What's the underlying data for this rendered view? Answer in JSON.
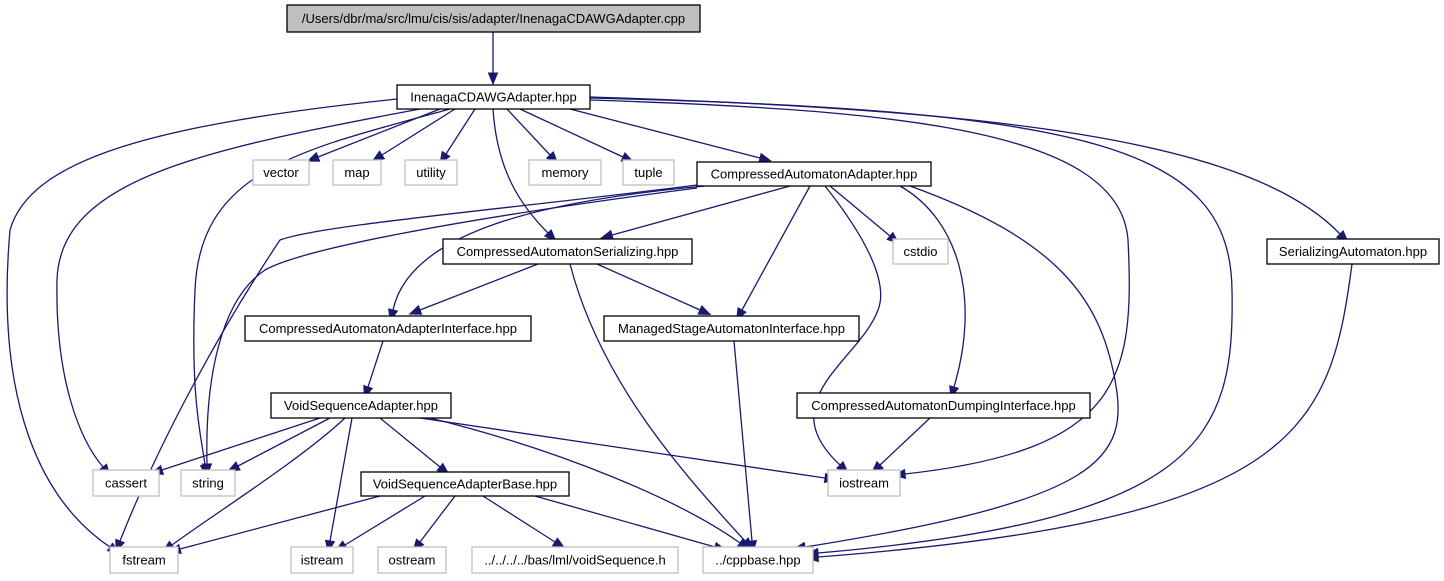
{
  "colors": {
    "edge": "#191970",
    "root_fill": "#bfbfbf",
    "documented_border": "#000000",
    "external_border": "#bfbfbf",
    "background": "#ffffff"
  },
  "nodes": {
    "root": {
      "label": "/Users/dbr/ma/src/lmu/cis/sis/adapter/InenagaCDAWGAdapter.cpp",
      "kind": "root"
    },
    "inenaga_hpp": {
      "label": "InenagaCDAWGAdapter.hpp",
      "kind": "documented"
    },
    "vector": {
      "label": "vector",
      "kind": "external"
    },
    "map": {
      "label": "map",
      "kind": "external"
    },
    "utility": {
      "label": "utility",
      "kind": "external"
    },
    "memory": {
      "label": "memory",
      "kind": "external"
    },
    "tuple": {
      "label": "tuple",
      "kind": "external"
    },
    "caa_hpp": {
      "label": "CompressedAutomatonAdapter.hpp",
      "kind": "documented"
    },
    "serializing_automaton": {
      "label": "SerializingAutomaton.hpp",
      "kind": "documented"
    },
    "cas_hpp": {
      "label": "CompressedAutomatonSerializing.hpp",
      "kind": "documented"
    },
    "cstdio": {
      "label": "cstdio",
      "kind": "external"
    },
    "caai_hpp": {
      "label": "CompressedAutomatonAdapterInterface.hpp",
      "kind": "documented"
    },
    "msai_hpp": {
      "label": "ManagedStageAutomatonInterface.hpp",
      "kind": "documented"
    },
    "vsa_hpp": {
      "label": "VoidSequenceAdapter.hpp",
      "kind": "documented"
    },
    "cadi_hpp": {
      "label": "CompressedAutomatonDumpingInterface.hpp",
      "kind": "documented"
    },
    "cassert": {
      "label": "cassert",
      "kind": "external"
    },
    "string": {
      "label": "string",
      "kind": "external"
    },
    "vsab_hpp": {
      "label": "VoidSequenceAdapterBase.hpp",
      "kind": "documented"
    },
    "iostream": {
      "label": "iostream",
      "kind": "external"
    },
    "fstream": {
      "label": "fstream",
      "kind": "external"
    },
    "istream": {
      "label": "istream",
      "kind": "external"
    },
    "ostream": {
      "label": "ostream",
      "kind": "external"
    },
    "voidsequence_h": {
      "label": "../../../../bas/lml/voidSequence.h",
      "kind": "external"
    },
    "cppbase_hpp": {
      "label": "../cppbase.hpp",
      "kind": "external"
    }
  },
  "edges": [
    {
      "from": "root",
      "to": "inenaga_hpp"
    },
    {
      "from": "inenaga_hpp",
      "to": "vector"
    },
    {
      "from": "inenaga_hpp",
      "to": "map"
    },
    {
      "from": "inenaga_hpp",
      "to": "utility"
    },
    {
      "from": "inenaga_hpp",
      "to": "memory"
    },
    {
      "from": "inenaga_hpp",
      "to": "tuple"
    },
    {
      "from": "inenaga_hpp",
      "to": "caa_hpp"
    },
    {
      "from": "inenaga_hpp",
      "to": "cas_hpp"
    },
    {
      "from": "inenaga_hpp",
      "to": "serializing_automaton"
    },
    {
      "from": "inenaga_hpp",
      "to": "fstream"
    },
    {
      "from": "inenaga_hpp",
      "to": "cassert"
    },
    {
      "from": "inenaga_hpp",
      "to": "string"
    },
    {
      "from": "inenaga_hpp",
      "to": "iostream"
    },
    {
      "from": "inenaga_hpp",
      "to": "cppbase_hpp"
    },
    {
      "from": "caa_hpp",
      "to": "cas_hpp"
    },
    {
      "from": "caa_hpp",
      "to": "caai_hpp"
    },
    {
      "from": "caa_hpp",
      "to": "msai_hpp"
    },
    {
      "from": "caa_hpp",
      "to": "cstdio"
    },
    {
      "from": "caa_hpp",
      "to": "cadi_hpp"
    },
    {
      "from": "caa_hpp",
      "to": "iostream"
    },
    {
      "from": "caa_hpp",
      "to": "cppbase_hpp"
    },
    {
      "from": "caa_hpp",
      "to": "fstream"
    },
    {
      "from": "caa_hpp",
      "to": "string"
    },
    {
      "from": "serializing_automaton",
      "to": "cppbase_hpp"
    },
    {
      "from": "cas_hpp",
      "to": "caai_hpp"
    },
    {
      "from": "cas_hpp",
      "to": "msai_hpp"
    },
    {
      "from": "cas_hpp",
      "to": "cppbase_hpp"
    },
    {
      "from": "caai_hpp",
      "to": "vsa_hpp"
    },
    {
      "from": "msai_hpp",
      "to": "cppbase_hpp"
    },
    {
      "from": "cadi_hpp",
      "to": "iostream"
    },
    {
      "from": "vsa_hpp",
      "to": "cassert"
    },
    {
      "from": "vsa_hpp",
      "to": "string"
    },
    {
      "from": "vsa_hpp",
      "to": "fstream"
    },
    {
      "from": "vsa_hpp",
      "to": "istream"
    },
    {
      "from": "vsa_hpp",
      "to": "vsab_hpp"
    },
    {
      "from": "vsa_hpp",
      "to": "iostream"
    },
    {
      "from": "vsa_hpp",
      "to": "cppbase_hpp"
    },
    {
      "from": "vsab_hpp",
      "to": "fstream"
    },
    {
      "from": "vsab_hpp",
      "to": "istream"
    },
    {
      "from": "vsab_hpp",
      "to": "ostream"
    },
    {
      "from": "vsab_hpp",
      "to": "voidsequence_h"
    },
    {
      "from": "vsab_hpp",
      "to": "cppbase_hpp"
    }
  ]
}
